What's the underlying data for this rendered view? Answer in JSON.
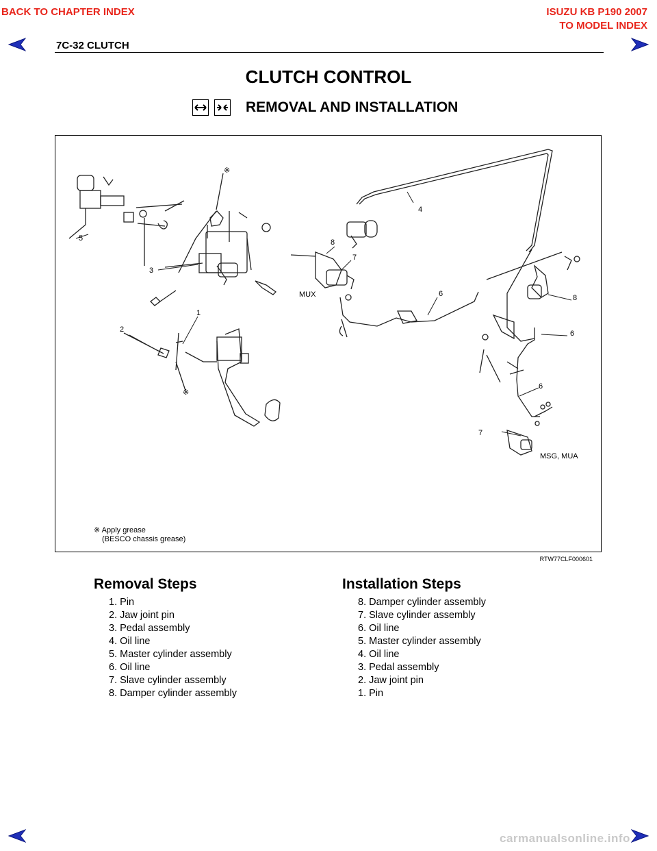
{
  "nav": {
    "back_chapter": "BACK TO CHAPTER INDEX",
    "model_line": "ISUZU KB P190 2007",
    "to_model": "TO MODEL INDEX"
  },
  "header": {
    "page_ref": "7C-32  CLUTCH"
  },
  "title": "CLUTCH CONTROL",
  "subtitle": "REMOVAL AND INSTALLATION",
  "figure": {
    "code": "RTW77CLF000601",
    "labels": {
      "mux": "MUX",
      "msg": "MSG, MUA",
      "grease_line1": "※ Apply grease",
      "grease_line2": "(BESCO chassis grease)",
      "ast": "※",
      "n1": "1",
      "n2": "2",
      "n3": "3",
      "n4": "4",
      "n5": "5",
      "n6": "6",
      "n7": "7",
      "n8": "8"
    }
  },
  "removal": {
    "heading": "Removal Steps",
    "items": [
      "1. Pin",
      "2. Jaw joint pin",
      "3. Pedal assembly",
      "4. Oil line",
      "5. Master cylinder assembly",
      "6. Oil line",
      "7. Slave cylinder assembly",
      "8. Damper cylinder assembly"
    ]
  },
  "installation": {
    "heading": "Installation Steps",
    "items": [
      "8. Damper cylinder assembly",
      "7. Slave cylinder assembly",
      "6. Oil line",
      "5. Master cylinder assembly",
      "4. Oil line",
      "3. Pedal assembly",
      "2. Jaw joint pin",
      "1. Pin"
    ]
  },
  "footer": {
    "watermark": "carmanualsonline.info"
  },
  "colors": {
    "nav_red": "#e8261c",
    "arrow_blue": "#1f2fb8"
  }
}
